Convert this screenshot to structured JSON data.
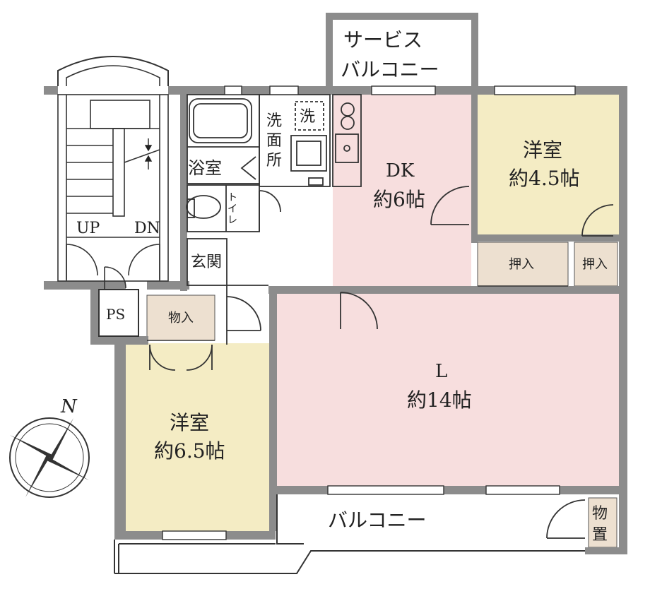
{
  "rooms": {
    "service_balcony": {
      "line1": "サービス",
      "line2": "バルコニー"
    },
    "western_room_1": {
      "name": "洋室",
      "size": "約4.5帖"
    },
    "dk": {
      "name": "DK",
      "size": "約6帖"
    },
    "living": {
      "name": "L",
      "size": "約14帖"
    },
    "western_room_2": {
      "name": "洋室",
      "size": "約6.5帖"
    },
    "bathroom": {
      "name": "浴室"
    },
    "washroom": {
      "c1": "洗",
      "c2": "面",
      "c3": "所",
      "machine": "洗"
    },
    "toilet": {
      "c1": "ト",
      "c2": "イ",
      "c3": "レ"
    },
    "entrance": {
      "name": "玄関"
    },
    "closet_a": {
      "name": "押入"
    },
    "closet_b": {
      "name": "押入"
    },
    "storage": {
      "name": "物入"
    },
    "balcony": {
      "name": "バルコニー"
    },
    "shed": {
      "c1": "物",
      "c2": "置"
    },
    "ps": {
      "name": "PS"
    }
  },
  "stairs": {
    "up": "UP",
    "down": "DN"
  },
  "compass": {
    "north": "N"
  },
  "colors": {
    "wall": "#8c8c8c",
    "pink": "#f7dede",
    "yellow": "#f4ecc4",
    "closet": "#ede0d0",
    "line": "#333333"
  }
}
